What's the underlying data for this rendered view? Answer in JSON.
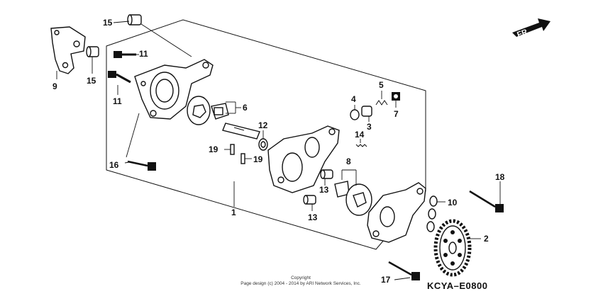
{
  "diagram": {
    "direction_indicator": "FR.",
    "diagram_code": "KCYA–E0800",
    "copyright_line1": "Copyright",
    "copyright_line2": "Page design (c) 2004 - 2014 by ARI Network Services, Inc.",
    "callouts": {
      "c1": "1",
      "c2": "2",
      "c3": "3",
      "c4": "4",
      "c5": "5",
      "c6": "6",
      "c7": "7",
      "c8": "8",
      "c9": "9",
      "c10": "10",
      "c11a": "11",
      "c11b": "11",
      "c12": "12",
      "c13a": "13",
      "c13b": "13",
      "c14": "14",
      "c15a": "15",
      "c15b": "15",
      "c16": "16",
      "c17": "17",
      "c18": "18",
      "c19a": "19",
      "c19b": "19"
    }
  }
}
